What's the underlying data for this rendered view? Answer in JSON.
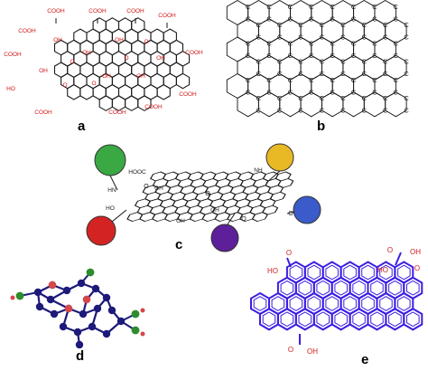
{
  "panels": [
    {
      "id": "a",
      "label": "a"
    },
    {
      "id": "b",
      "label": "b"
    },
    {
      "id": "c",
      "label": "c"
    },
    {
      "id": "d",
      "label": "d"
    },
    {
      "id": "e",
      "label": "e"
    }
  ],
  "panel_a": {
    "groups": {
      "carboxyl": "COOH",
      "hydroxyl": "OH",
      "carbonyl": "O",
      "hydroxyl_alt": "HO"
    },
    "colors": {
      "ring": "#1a1a1a",
      "heteroatom": "#d01818"
    }
  },
  "panel_b": {
    "atom": "C",
    "colors": {
      "ring": "#111111"
    }
  },
  "panel_c": {
    "groups": {
      "carboxyl": "HOOC",
      "hydroxyl": "OH",
      "hydroxyl_alt": "HO",
      "amide": "HN",
      "amide_alt": "NH",
      "oxygen": "O"
    },
    "circles": [
      {
        "name": "green-circle",
        "color": "#3aa843"
      },
      {
        "name": "yellow-circle",
        "color": "#e9b825"
      },
      {
        "name": "blue-circle",
        "color": "#3a5bc9"
      },
      {
        "name": "red-circle",
        "color": "#d42323"
      },
      {
        "name": "purple-circle",
        "color": "#5d1f9a"
      }
    ]
  },
  "panel_d": {
    "colors": {
      "carbon": "#1d1a7a",
      "oxygen": "#d64848",
      "terminal": "#2e8b2e",
      "bond": "#1d1a7a"
    }
  },
  "panel_e": {
    "groups": {
      "carboxyl": "OH",
      "hydroxyl_alt": "HO",
      "carbonyl": "O"
    },
    "colors": {
      "ring": "#3b1fe0",
      "heteroatom": "#d21c1c"
    }
  }
}
